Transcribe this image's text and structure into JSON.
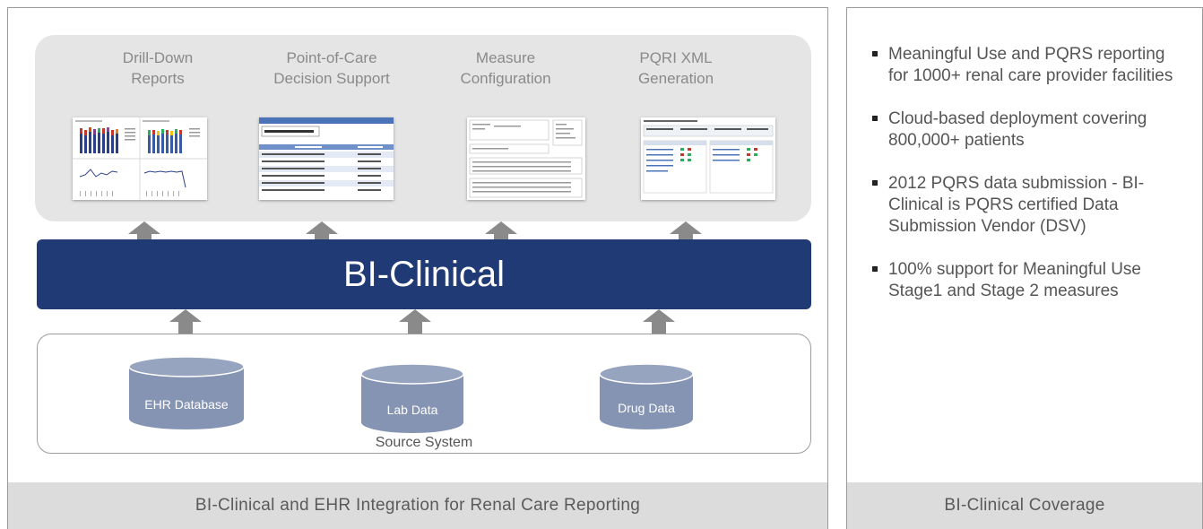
{
  "left_panel": {
    "caption": "BI-Clinical and EHR Integration for Renal Care Reporting",
    "features": [
      {
        "line1": "Drill-Down",
        "line2": "Reports"
      },
      {
        "line1": "Point-of-Care",
        "line2": "Decision Support"
      },
      {
        "line1": "Measure",
        "line2": "Configuration"
      },
      {
        "line1": "PQRI XML",
        "line2": "Generation"
      }
    ],
    "bi_bar": "BI-Clinical",
    "sources": [
      "EHR Database",
      "Lab Data",
      "Drug Data"
    ],
    "source_label": "Source System"
  },
  "right_panel": {
    "caption": "BI-Clinical Coverage",
    "bullets": [
      "Meaningful Use and PQRS reporting for 1000+ renal care provider facilities",
      "Cloud-based deployment covering 800,000+ patients",
      "2012 PQRS data submission - BI-Clinical is PQRS certified Data Submission Vendor (DSV)",
      "100% support for Meaningful Use Stage1 and Stage 2 measures"
    ]
  },
  "colors": {
    "bi_bar": "#1f3a74",
    "database": "#8694b3",
    "arrow": "#8a8a8a",
    "top_box": "#e5e5e5"
  },
  "icons": [
    "up-arrow-icon",
    "database-cylinder-icon",
    "bullet-square-icon"
  ]
}
